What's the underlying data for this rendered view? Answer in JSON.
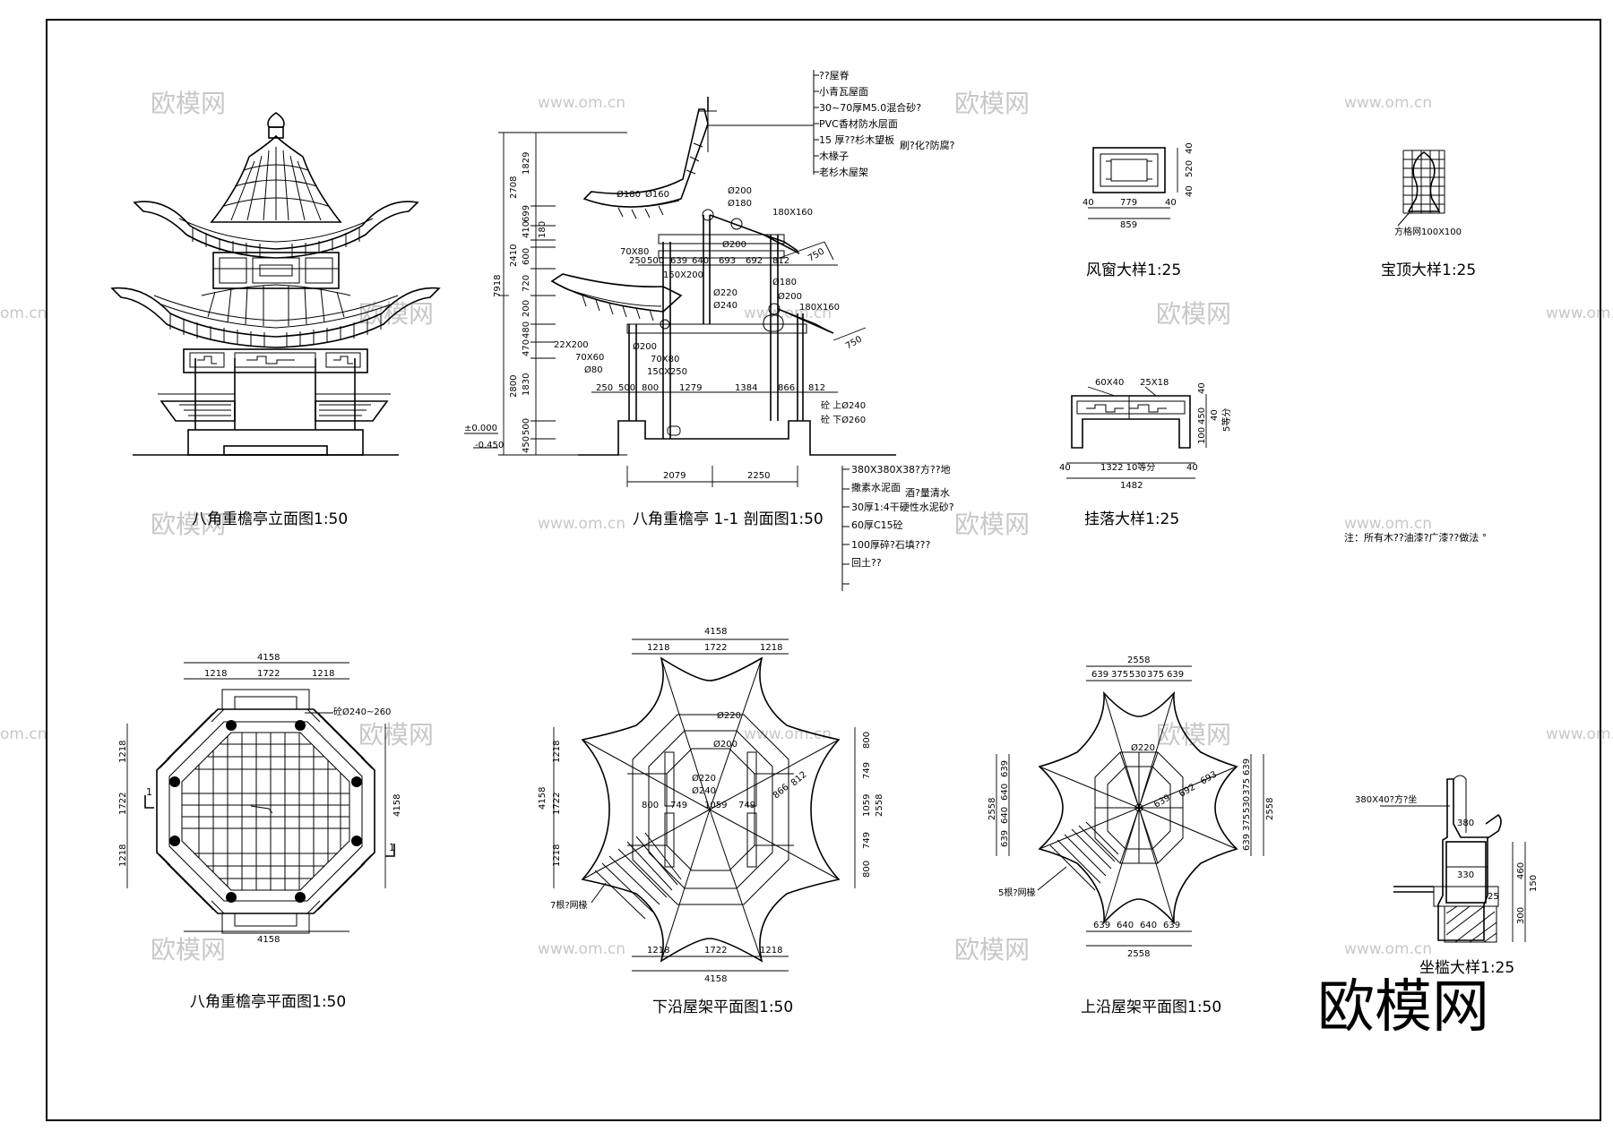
{
  "titles": {
    "elevation": "八角重檐亭立面图1:50",
    "section": "八角重檐亭 1-1 剖面图1:50",
    "wind_window": "风窗大样1:25",
    "finial": "宝顶大样1:25",
    "hanging": "挂落大样1:25",
    "plan": "八角重檐亭平面图1:50",
    "lower_roof": "下沿屋架平面图1:50",
    "upper_roof": "上沿屋架平面图1:50",
    "bench": "坐槛大样1:25"
  },
  "note": "注：所有木??油漆?广漆??做法 °",
  "watermark": {
    "brand": "欧模网",
    "url": "www.om.cn",
    "url_partial": "om.cn",
    "logo": "欧模网"
  },
  "section_callouts": [
    "??屋脊",
    "小青瓦屋面",
    "30~70厚M5.0混合砂?",
    "PVC香材防水层面",
    "15 厚??杉木望板",
    "刷?化?防腐?",
    "木椽子",
    "老杉木屋架"
  ],
  "section_bottom_callouts": [
    "380X380X38?方??地",
    "撒素水泥面",
    "酒?量清水",
    "30厚1:4干硬性水泥砂?",
    "60厚C15砼",
    "100厚碎?石填???",
    "回土??"
  ],
  "section_labels": {
    "d180": "Ø180",
    "d160": "Ø160",
    "d200a": "Ø200",
    "d180b": "Ø180",
    "s180x160a": "180X160",
    "s70x80a": "70X80",
    "d200b": "Ø200",
    "s150x200": "150X200",
    "d180c": "Ø180",
    "d200c": "Ø200",
    "d220": "Ø220",
    "d240": "Ø240",
    "s180x160b": "180X160",
    "s22x200": "22X200",
    "d200d": "Ø200",
    "s70x60": "70X60",
    "s70x80b": "70X80",
    "d80": "Ø80",
    "s150x250": "150X250",
    "base_top": "砼 上Ø240",
    "base_bot": "砼 下Ø260",
    "zero": "±0.000",
    "minus": "-0.450",
    "s750a": "750",
    "s750b": "750"
  },
  "section_vdims": [
    "1829",
    "699",
    "410",
    "180",
    "600",
    "720",
    "200",
    "480",
    "470",
    "1830",
    "500",
    "450"
  ],
  "section_vtotals": [
    "2708",
    "2410",
    "7918",
    "2800"
  ],
  "section_hdims_upper": [
    "250",
    "500",
    "639",
    "640",
    "693",
    "692",
    "812"
  ],
  "section_hdims_lower": [
    "250",
    "500",
    "800",
    "1279",
    "1384",
    "866",
    "812"
  ],
  "section_hdims_base": [
    "2079",
    "2250"
  ],
  "wind_window_dims": {
    "w_total": "859",
    "w_inner": "779",
    "w_side": "40",
    "h": "520",
    "h_top": "40",
    "h_bot": "40"
  },
  "finial_label": "方格网100X100",
  "hanging_dims": {
    "a": "60X40",
    "b": "25X18",
    "total": "1482",
    "inner": "1322  10等分",
    "side": "40",
    "h1": "40",
    "h2": "450",
    "h3": "100",
    "h4": "40",
    "note": "5等分"
  },
  "plan_dims": {
    "total": "4158",
    "a": "1218",
    "b": "1722",
    "c": "1218",
    "post": "砼Ø240~260",
    "cut": "1"
  },
  "lower_roof_dims": {
    "total": "4158",
    "a": "1218",
    "b": "1722",
    "c": "1218",
    "d220a": "Ø220",
    "d200": "Ø200",
    "d220b": "Ø220",
    "d240": "Ø240",
    "h800a": "800",
    "h749a": "749",
    "h1059": "1059",
    "h749b": "749",
    "h800b": "800",
    "h2558": "2558",
    "w800": "800",
    "w749a": "749",
    "w1059": "1059",
    "w749b": "749",
    "w866": "866",
    "w812": "812",
    "rafter": "7根?网椽"
  },
  "upper_roof_dims": {
    "total": "2558",
    "t1": "639",
    "t2": "375",
    "t3": "530",
    "t4": "375",
    "t5": "639",
    "b1": "639",
    "b2": "640",
    "b3": "640",
    "b4": "639",
    "l1": "639",
    "l2": "640",
    "l3": "640",
    "l4": "639",
    "r1": "639",
    "r2": "375",
    "r3": "530",
    "r4": "375",
    "r5": "639",
    "d220": "Ø220",
    "w639": "639",
    "w692": "692",
    "w693": "693",
    "rafter": "5根?网椽"
  },
  "bench_dims": {
    "board": "380X40?方?坐",
    "h380": "380",
    "w330": "330",
    "h460": "460",
    "h150": "150",
    "h300": "300",
    "w25": "25"
  }
}
